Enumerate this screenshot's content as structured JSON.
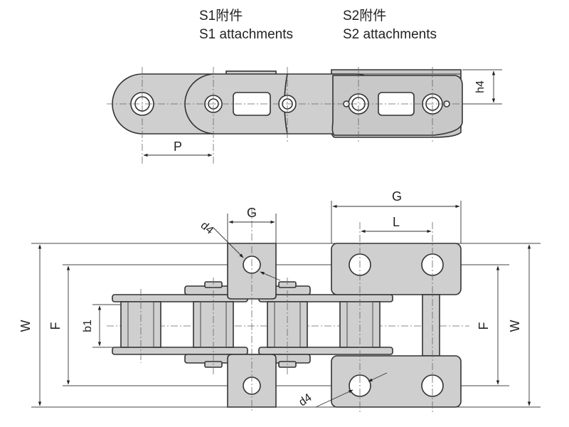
{
  "captions": {
    "s1": {
      "zh": "S1附件",
      "en": "S1 attachments"
    },
    "s2": {
      "zh": "S2附件",
      "en": "S2 attachments"
    }
  },
  "dimensions": {
    "P": "P",
    "h4": "h4",
    "G_left": "G",
    "G_right": "G",
    "L": "L",
    "d4_top": "d4",
    "d4_bottom": "d4",
    "W_left": "W",
    "F_left": "F",
    "b1": "b1",
    "F_right": "F",
    "W_right": "W"
  },
  "colors": {
    "part_fill": "#cfcfcf",
    "outline": "#333333",
    "background": "#ffffff"
  }
}
